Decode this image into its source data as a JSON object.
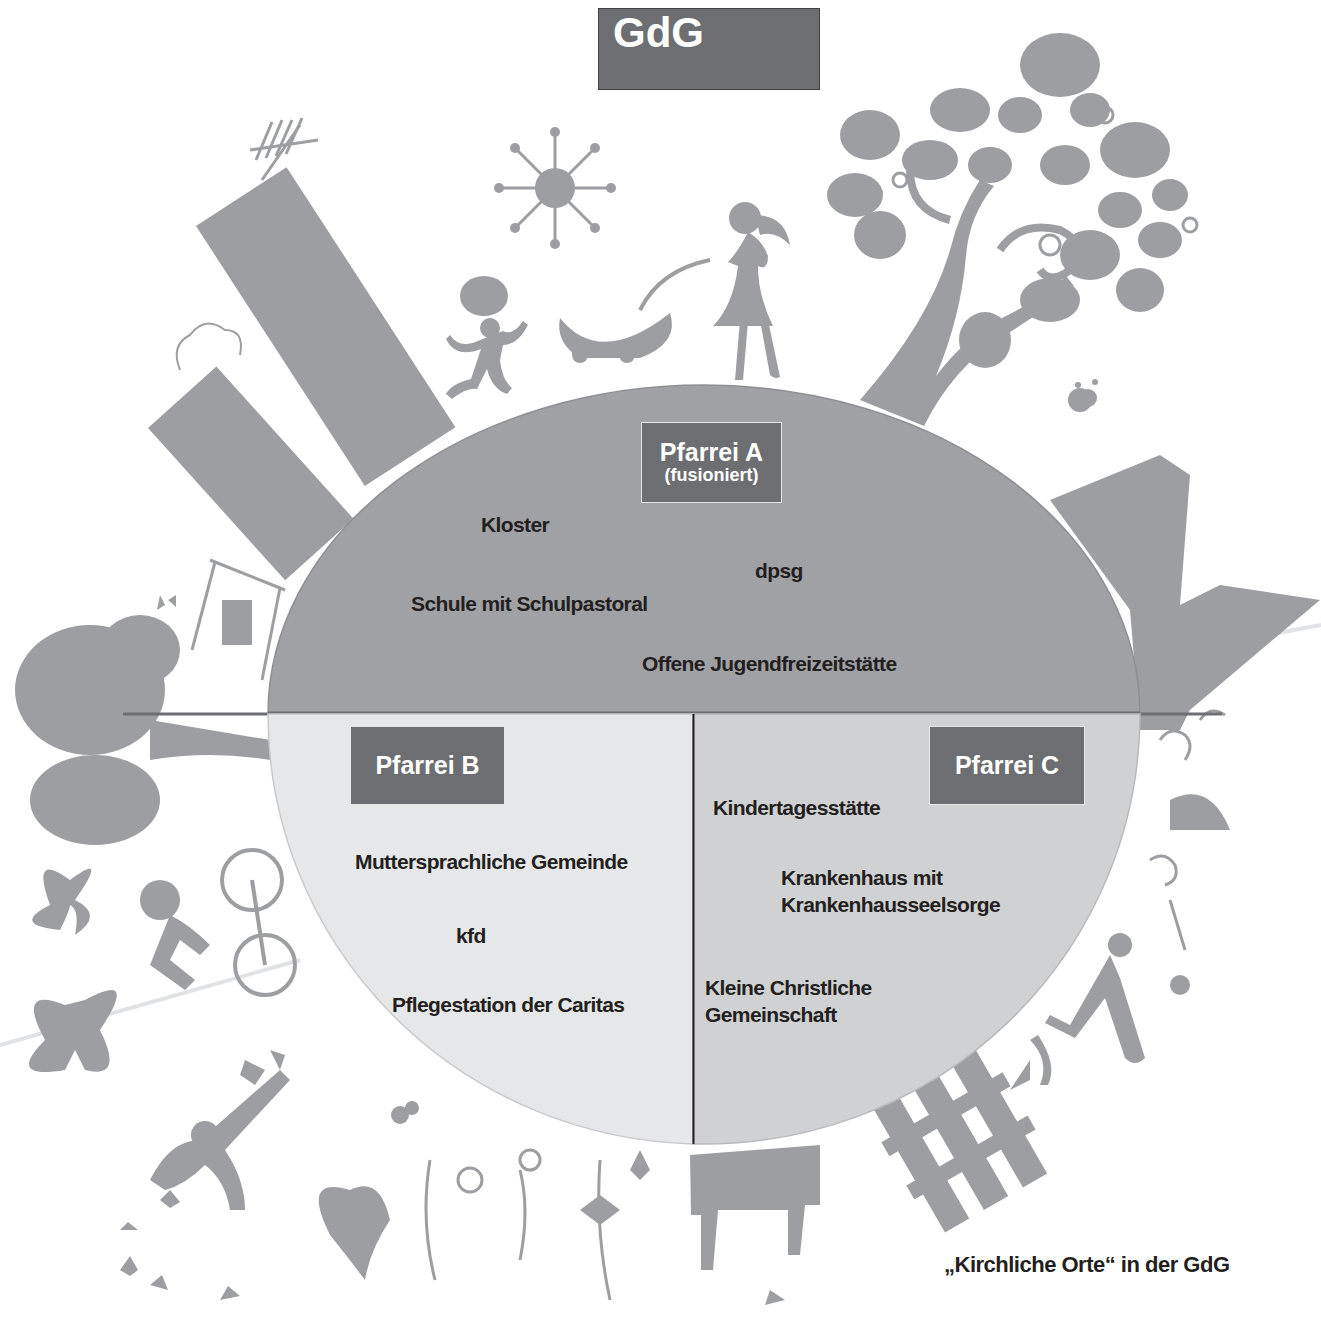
{
  "diagram": {
    "title": "GdG",
    "caption": "„Kirchliche Orte“ in der GdG",
    "nodes": [
      {
        "text": [
          "Pfarrei A",
          "(fusioniert)",
          "Kloster",
          "dpsg",
          "Schule mit Schulpastoral",
          "Offene Jugendfreizeitstätte"
        ]
      },
      {
        "text": [
          "Pfarrei B",
          "Muttersprachliche Gemeinde",
          "kfd",
          "Pflegestation der Caritas"
        ]
      },
      {
        "text": [
          "Pfarrei C",
          "Kindertagesstätte",
          "Krankenhaus mit Krankenhausseelsorge",
          "Kleine Christliche Gemeinschaft"
        ]
      }
    ]
  }
}
